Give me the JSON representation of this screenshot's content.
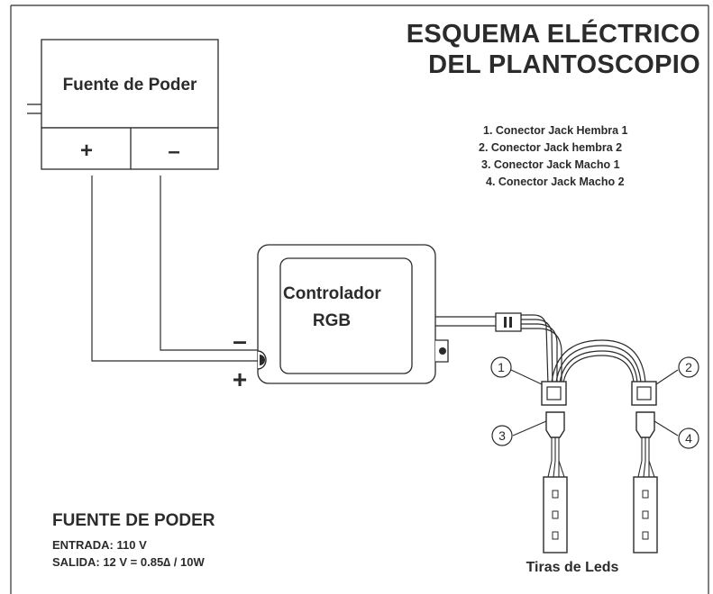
{
  "title": {
    "line1": "ESQUEMA ELÉCTRICO",
    "line2": "DEL PLANTOSCOPIO"
  },
  "legend": [
    "1. Conector Jack Hembra 1",
    "2. Conector Jack hembra 2",
    "3. Conector Jack Macho 1",
    "4. Conector Jack Macho 2"
  ],
  "power_supply": {
    "label": "Fuente de Poder",
    "positive": "+",
    "negative": "–"
  },
  "controller": {
    "label_line1": "Controlador",
    "label_line2": "RGB",
    "minus": "–",
    "plus": "+"
  },
  "callouts": [
    "1",
    "2",
    "3",
    "4"
  ],
  "led_strips_label": "Tiras de Leds",
  "specs": {
    "title": "FUENTE DE PODER",
    "input": "ENTRADA: 110 V",
    "output": "SALIDA: 12 V = 0.85∆ / 10W"
  },
  "colors": {
    "line": "#2b2b2b",
    "text": "#2b2b2b",
    "background": "#ffffff"
  }
}
